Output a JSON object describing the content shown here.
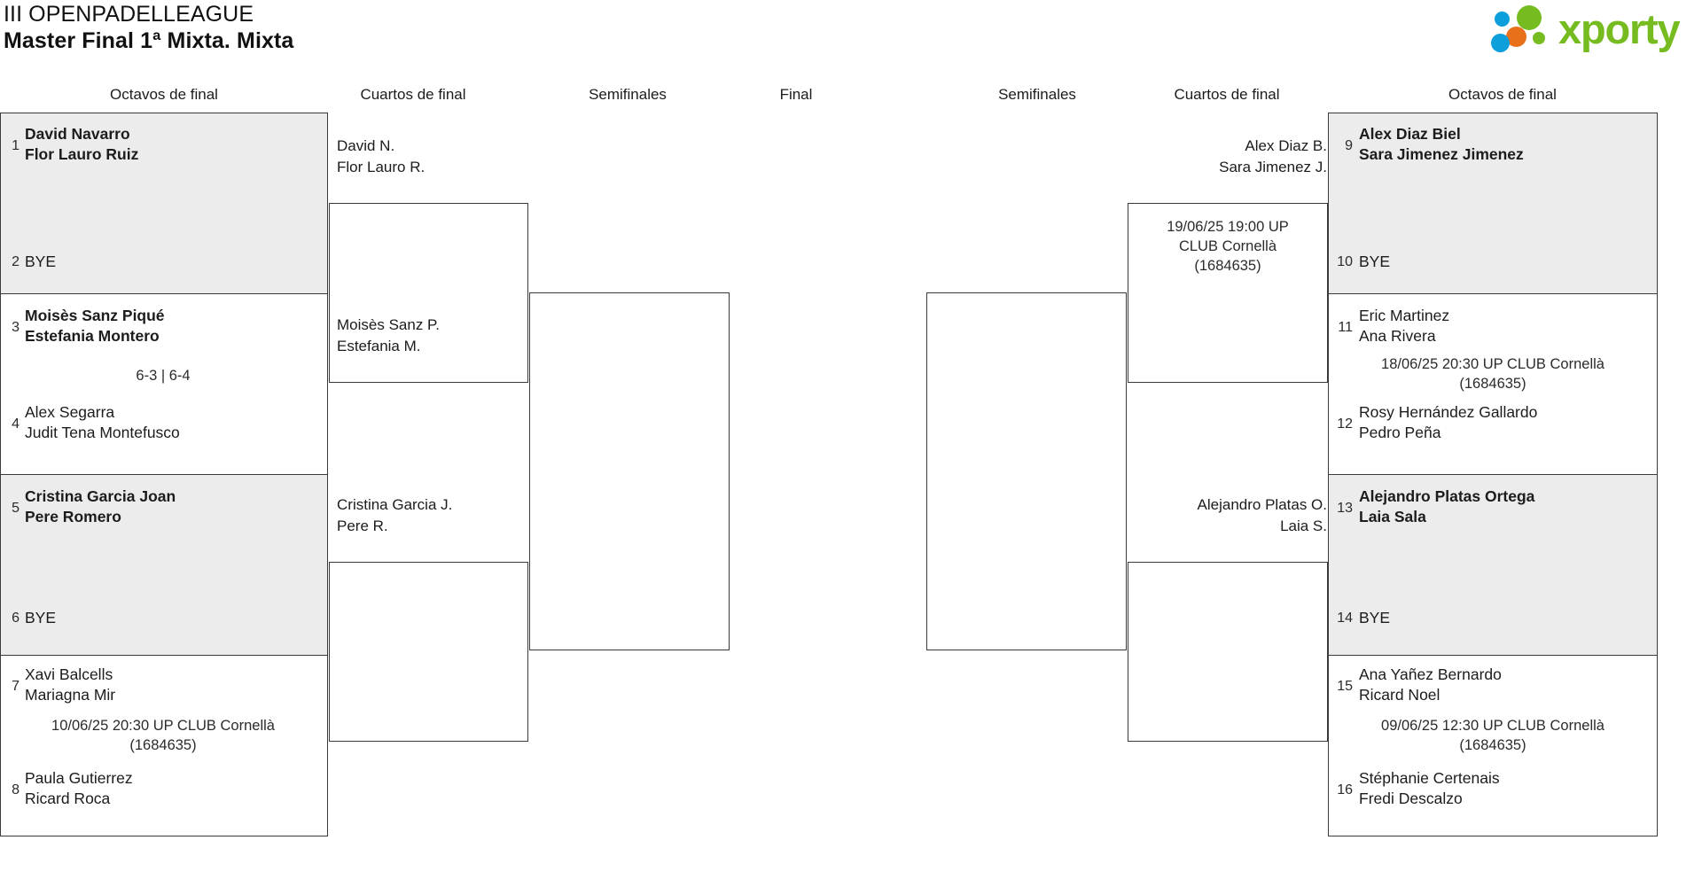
{
  "header": {
    "line1": "III OPENPADELLEAGUE",
    "line2": "Master Final 1ª Mixta. Mixta",
    "logo_text": "xporty",
    "logo_colors": {
      "green": "#76bc21",
      "orange": "#e8701a",
      "blue": "#0c9fdc"
    }
  },
  "rounds": {
    "left": [
      {
        "label": "Octavos de final"
      },
      {
        "label": "Cuartos de final"
      },
      {
        "label": "Semifinales"
      }
    ],
    "center": {
      "label": "Final"
    },
    "right": [
      {
        "label": "Semifinales"
      },
      {
        "label": "Cuartos de final"
      },
      {
        "label": "Octavos de final"
      }
    ]
  },
  "left_octavos": [
    {
      "top_seed": "1",
      "top_players": [
        "David Navarro",
        "Flor Lauro Ruiz"
      ],
      "top_winner": true,
      "bottom_seed": "2",
      "bottom_players": [
        "BYE"
      ],
      "bottom_winner": false,
      "shaded": true,
      "meta": []
    },
    {
      "top_seed": "3",
      "top_players": [
        "Moisès Sanz Piqué",
        "Estefania Montero"
      ],
      "top_winner": true,
      "bottom_seed": "4",
      "bottom_players": [
        "Alex Segarra",
        "Judit Tena Montefusco"
      ],
      "bottom_winner": false,
      "shaded": false,
      "meta": [
        "6-3 | 6-4"
      ]
    },
    {
      "top_seed": "5",
      "top_players": [
        "Cristina Garcia Joan",
        "Pere Romero"
      ],
      "top_winner": true,
      "bottom_seed": "6",
      "bottom_players": [
        "BYE"
      ],
      "bottom_winner": false,
      "shaded": true,
      "meta": []
    },
    {
      "top_seed": "7",
      "top_players": [
        "Xavi Balcells",
        "Mariagna Mir"
      ],
      "top_winner": false,
      "bottom_seed": "8",
      "bottom_players": [
        "Paula Gutierrez",
        "Ricard Roca"
      ],
      "bottom_winner": false,
      "shaded": false,
      "meta": [
        "10/06/25 20:30 UP CLUB Cornellà",
        "(1684635)"
      ]
    }
  ],
  "right_octavos": [
    {
      "top_seed": "9",
      "top_players": [
        "Alex Diaz Biel",
        "Sara Jimenez Jimenez"
      ],
      "top_winner": true,
      "bottom_seed": "10",
      "bottom_players": [
        "BYE"
      ],
      "bottom_winner": false,
      "shaded": true,
      "meta": []
    },
    {
      "top_seed": "11",
      "top_players": [
        "Eric Martinez",
        "Ana Rivera"
      ],
      "top_winner": false,
      "bottom_seed": "12",
      "bottom_players": [
        "Rosy Hernández Gallardo",
        "Pedro Peña"
      ],
      "bottom_winner": false,
      "shaded": false,
      "meta": [
        "18/06/25 20:30 UP CLUB Cornellà",
        "(1684635)"
      ]
    },
    {
      "top_seed": "13",
      "top_players": [
        "Alejandro Platas Ortega",
        "Laia Sala"
      ],
      "top_winner": true,
      "bottom_seed": "14",
      "bottom_players": [
        "BYE"
      ],
      "bottom_winner": false,
      "shaded": true,
      "meta": []
    },
    {
      "top_seed": "15",
      "top_players": [
        "Ana Yañez Bernardo",
        "Ricard Noel"
      ],
      "top_winner": false,
      "bottom_seed": "16",
      "bottom_players": [
        "Stéphanie Certenais",
        "Fredi Descalzo"
      ],
      "bottom_winner": false,
      "shaded": false,
      "meta": [
        "09/06/25 12:30 UP CLUB Cornellà",
        "(1684635)"
      ]
    }
  ],
  "left_cuartos": [
    {
      "players": [
        "David N.",
        "Flor Lauro R."
      ],
      "meta": []
    },
    {
      "players": [
        "Moisès Sanz P.",
        "Estefania M."
      ],
      "meta": []
    },
    {
      "players": [
        "Cristina Garcia J.",
        "Pere R."
      ],
      "meta": []
    },
    {
      "players": [],
      "meta": []
    }
  ],
  "right_cuartos": [
    {
      "players": [
        "Alex Diaz B.",
        "Sara Jimenez J."
      ],
      "meta": [
        "19/06/25 19:00 UP",
        "CLUB Cornellà",
        "(1684635)"
      ]
    },
    {
      "players": [],
      "meta": []
    },
    {
      "players": [
        "Alejandro Platas O.",
        "Laia S."
      ],
      "meta": []
    },
    {
      "players": [],
      "meta": []
    }
  ],
  "left_semis": [
    {
      "players": []
    },
    {
      "players": []
    }
  ],
  "right_semis": [
    {
      "players": []
    },
    {
      "players": []
    }
  ]
}
